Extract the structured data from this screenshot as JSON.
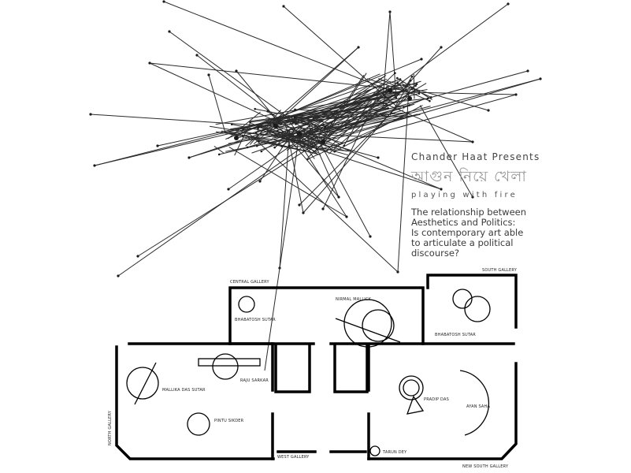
{
  "header": {
    "presenter": "Chander Haat Presents",
    "title_bengali": "আগুন নিয়ে খেলা",
    "subtitle": "playing with fire",
    "question_lines": [
      "The relationship between",
      "Aesthetics and Politics:",
      "Is contemporary art able",
      "to articulate a political",
      "discourse?"
    ]
  },
  "floor_plan": {
    "galleries": {
      "central": "CENTRAL GALLERY",
      "south": "SOUTH GALLERY",
      "north": "NORTH GALLERY",
      "west": "WEST GALLERY",
      "new_south": "NEW SOUTH GALLERY"
    },
    "artists": {
      "bhabatosh_sutar_central": "BHABATOSH SUTAR",
      "nirmal_mallick": "NIRMAL MALLICK",
      "bhabatosh_sutar_south": "BHABATOSH SUTAR",
      "mallika_das_sutar": "MALLIKA DAS SUTAR",
      "raju_sarkar": "RAJU SARKAR",
      "pintu_sikder": "PINTU SIKDER",
      "pradip_das": "PRADIP DAS",
      "ayan_saha": "AYAN SAHA",
      "tarun_dey": "TARUN DEY"
    }
  },
  "colors": {
    "ink": "#000000",
    "network": "#2a2a2a",
    "title_grey": "#9a9a9a"
  }
}
